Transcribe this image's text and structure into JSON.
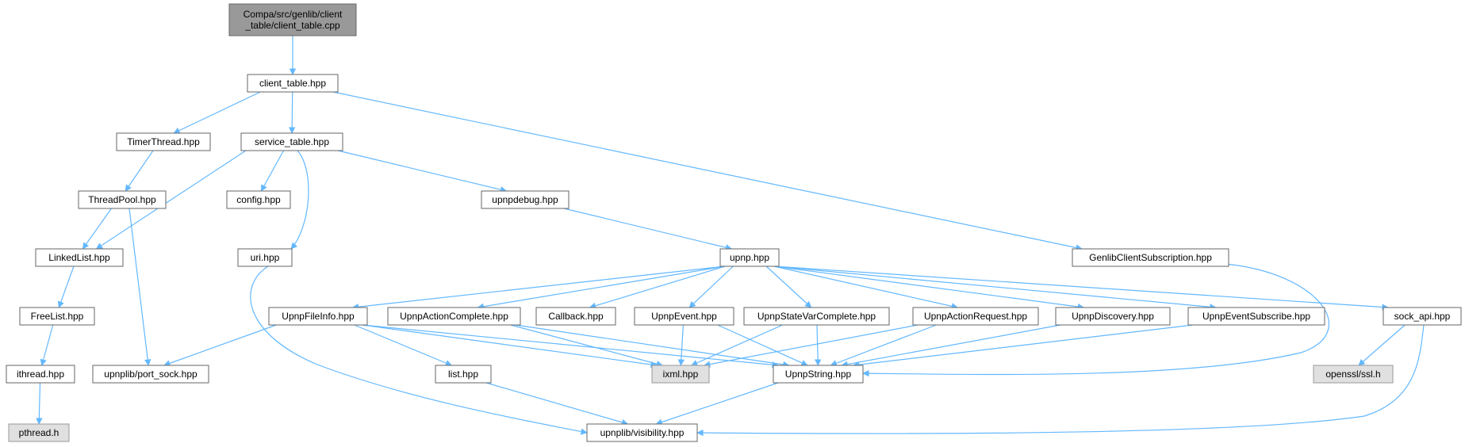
{
  "colors": {
    "edge": "#63b8ff",
    "node_border": "#666666",
    "node_fill": "#ffffff",
    "focus_fill": "#999999",
    "external_fill": "#e0e0e0",
    "external_border": "#999999"
  },
  "nodes": [
    {
      "id": "root",
      "lines": [
        "Compa/src/genlib/client",
        "_table/client_table.cpp"
      ],
      "kind": "focus"
    },
    {
      "id": "client_table",
      "lines": [
        "client_table.hpp"
      ],
      "kind": "normal"
    },
    {
      "id": "TimerThread",
      "lines": [
        "TimerThread.hpp"
      ],
      "kind": "normal"
    },
    {
      "id": "service_table",
      "lines": [
        "service_table.hpp"
      ],
      "kind": "normal"
    },
    {
      "id": "GenlibClientSubscription",
      "lines": [
        "GenlibClientSubscription.hpp"
      ],
      "kind": "normal"
    },
    {
      "id": "ThreadPool",
      "lines": [
        "ThreadPool.hpp"
      ],
      "kind": "normal"
    },
    {
      "id": "config",
      "lines": [
        "config.hpp"
      ],
      "kind": "normal"
    },
    {
      "id": "upnpdebug",
      "lines": [
        "upnpdebug.hpp"
      ],
      "kind": "normal"
    },
    {
      "id": "LinkedList",
      "lines": [
        "LinkedList.hpp"
      ],
      "kind": "normal"
    },
    {
      "id": "uri",
      "lines": [
        "uri.hpp"
      ],
      "kind": "normal"
    },
    {
      "id": "upnp",
      "lines": [
        "upnp.hpp"
      ],
      "kind": "normal"
    },
    {
      "id": "FreeList",
      "lines": [
        "FreeList.hpp"
      ],
      "kind": "normal"
    },
    {
      "id": "UpnpFileInfo",
      "lines": [
        "UpnpFileInfo.hpp"
      ],
      "kind": "normal"
    },
    {
      "id": "UpnpActionComplete",
      "lines": [
        "UpnpActionComplete.hpp"
      ],
      "kind": "normal"
    },
    {
      "id": "Callback",
      "lines": [
        "Callback.hpp"
      ],
      "kind": "normal"
    },
    {
      "id": "UpnpEvent",
      "lines": [
        "UpnpEvent.hpp"
      ],
      "kind": "normal"
    },
    {
      "id": "UpnpStateVarComplete",
      "lines": [
        "UpnpStateVarComplete.hpp"
      ],
      "kind": "normal"
    },
    {
      "id": "UpnpActionRequest",
      "lines": [
        "UpnpActionRequest.hpp"
      ],
      "kind": "normal"
    },
    {
      "id": "UpnpDiscovery",
      "lines": [
        "UpnpDiscovery.hpp"
      ],
      "kind": "normal"
    },
    {
      "id": "UpnpEventSubscribe",
      "lines": [
        "UpnpEventSubscribe.hpp"
      ],
      "kind": "normal"
    },
    {
      "id": "sock_api",
      "lines": [
        "sock_api.hpp"
      ],
      "kind": "normal"
    },
    {
      "id": "ithread",
      "lines": [
        "ithread.hpp"
      ],
      "kind": "normal"
    },
    {
      "id": "port_sock",
      "lines": [
        "upnplib/port_sock.hpp"
      ],
      "kind": "normal"
    },
    {
      "id": "list",
      "lines": [
        "list.hpp"
      ],
      "kind": "normal"
    },
    {
      "id": "ixml",
      "lines": [
        "ixml.hpp"
      ],
      "kind": "external"
    },
    {
      "id": "UpnpString",
      "lines": [
        "UpnpString.hpp"
      ],
      "kind": "normal"
    },
    {
      "id": "openssl",
      "lines": [
        "openssl/ssl.h"
      ],
      "kind": "external"
    },
    {
      "id": "pthread",
      "lines": [
        "pthread.h"
      ],
      "kind": "external"
    },
    {
      "id": "visibility",
      "lines": [
        "upnplib/visibility.hpp"
      ],
      "kind": "normal"
    }
  ],
  "edges": [
    [
      "root",
      "client_table"
    ],
    [
      "client_table",
      "TimerThread"
    ],
    [
      "client_table",
      "service_table"
    ],
    [
      "client_table",
      "GenlibClientSubscription"
    ],
    [
      "TimerThread",
      "ThreadPool"
    ],
    [
      "ThreadPool",
      "LinkedList"
    ],
    [
      "ThreadPool",
      "port_sock"
    ],
    [
      "service_table",
      "LinkedList"
    ],
    [
      "service_table",
      "config"
    ],
    [
      "service_table",
      "uri"
    ],
    [
      "service_table",
      "upnpdebug"
    ],
    [
      "upnpdebug",
      "upnp"
    ],
    [
      "LinkedList",
      "FreeList"
    ],
    [
      "FreeList",
      "ithread"
    ],
    [
      "ithread",
      "pthread"
    ],
    [
      "uri",
      "visibility"
    ],
    [
      "upnp",
      "UpnpFileInfo"
    ],
    [
      "upnp",
      "UpnpActionComplete"
    ],
    [
      "upnp",
      "Callback"
    ],
    [
      "upnp",
      "UpnpEvent"
    ],
    [
      "upnp",
      "UpnpStateVarComplete"
    ],
    [
      "upnp",
      "UpnpActionRequest"
    ],
    [
      "upnp",
      "UpnpDiscovery"
    ],
    [
      "upnp",
      "UpnpEventSubscribe"
    ],
    [
      "upnp",
      "sock_api"
    ],
    [
      "UpnpFileInfo",
      "port_sock"
    ],
    [
      "UpnpFileInfo",
      "list"
    ],
    [
      "UpnpFileInfo",
      "ixml"
    ],
    [
      "UpnpFileInfo",
      "UpnpString"
    ],
    [
      "UpnpActionComplete",
      "ixml"
    ],
    [
      "UpnpActionComplete",
      "UpnpString"
    ],
    [
      "UpnpEvent",
      "ixml"
    ],
    [
      "UpnpEvent",
      "UpnpString"
    ],
    [
      "UpnpStateVarComplete",
      "ixml"
    ],
    [
      "UpnpStateVarComplete",
      "UpnpString"
    ],
    [
      "UpnpActionRequest",
      "ixml"
    ],
    [
      "UpnpActionRequest",
      "UpnpString"
    ],
    [
      "UpnpDiscovery",
      "UpnpString"
    ],
    [
      "UpnpEventSubscribe",
      "UpnpString"
    ],
    [
      "GenlibClientSubscription",
      "UpnpString"
    ],
    [
      "sock_api",
      "openssl"
    ],
    [
      "sock_api",
      "visibility"
    ],
    [
      "list",
      "visibility"
    ],
    [
      "UpnpString",
      "visibility"
    ]
  ]
}
